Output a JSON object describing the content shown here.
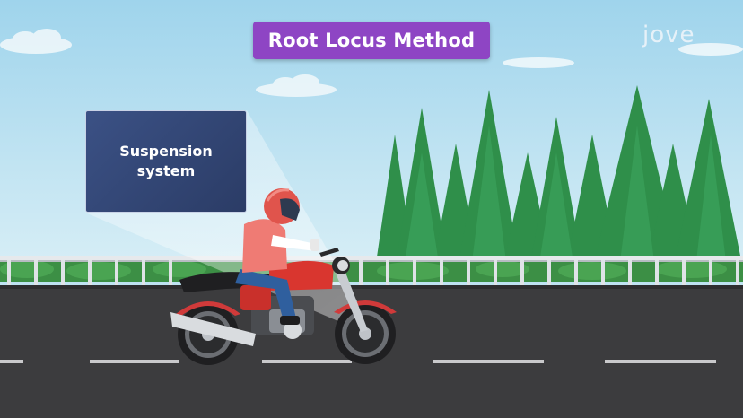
{
  "video": {
    "title": "Root Locus Method",
    "brand_logo": "jove",
    "callout_label": "Suspension system"
  },
  "icons": {
    "logo": "jove-logo",
    "rider": "motorcycle-rider-illustration"
  },
  "colors": {
    "title_bg": "#8e45c4",
    "callout_bg": "#2f4270",
    "sky": "#bfe3f2",
    "road": "#3c3c3e",
    "trees": "#2f8f4a"
  }
}
